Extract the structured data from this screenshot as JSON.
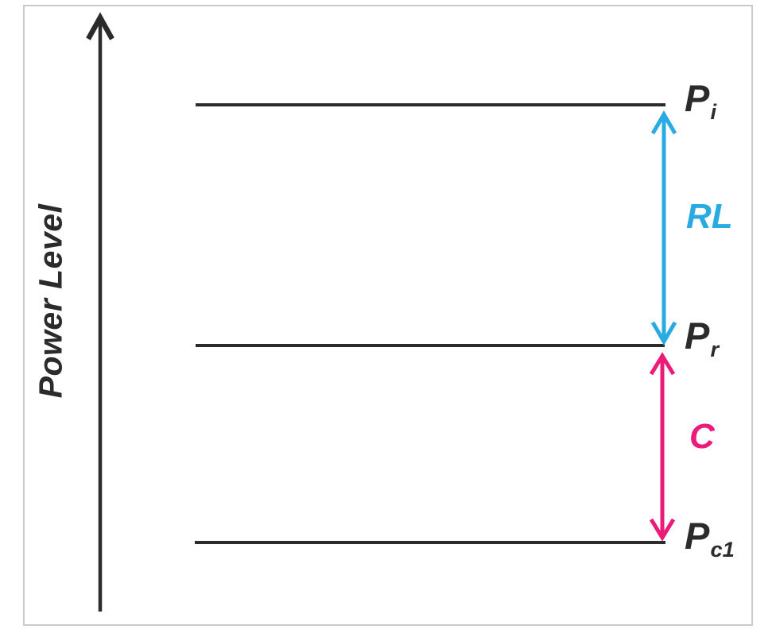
{
  "colors": {
    "ink": "#2b2b2b",
    "frame_border": "#cacaca",
    "background": "#ffffff",
    "return_loss_blue": "#29abe2",
    "coupling_magenta": "#ec1a78"
  },
  "axis": {
    "label": "Power Level"
  },
  "levels": [
    {
      "id": "incident",
      "main": "P",
      "sub": "i"
    },
    {
      "id": "reflected",
      "main": "P",
      "sub": "r"
    },
    {
      "id": "coupled",
      "main": "P",
      "sub": "c1"
    }
  ],
  "spans": [
    {
      "id": "return-loss",
      "label": "RL"
    },
    {
      "id": "coupling",
      "label": "C"
    }
  ]
}
